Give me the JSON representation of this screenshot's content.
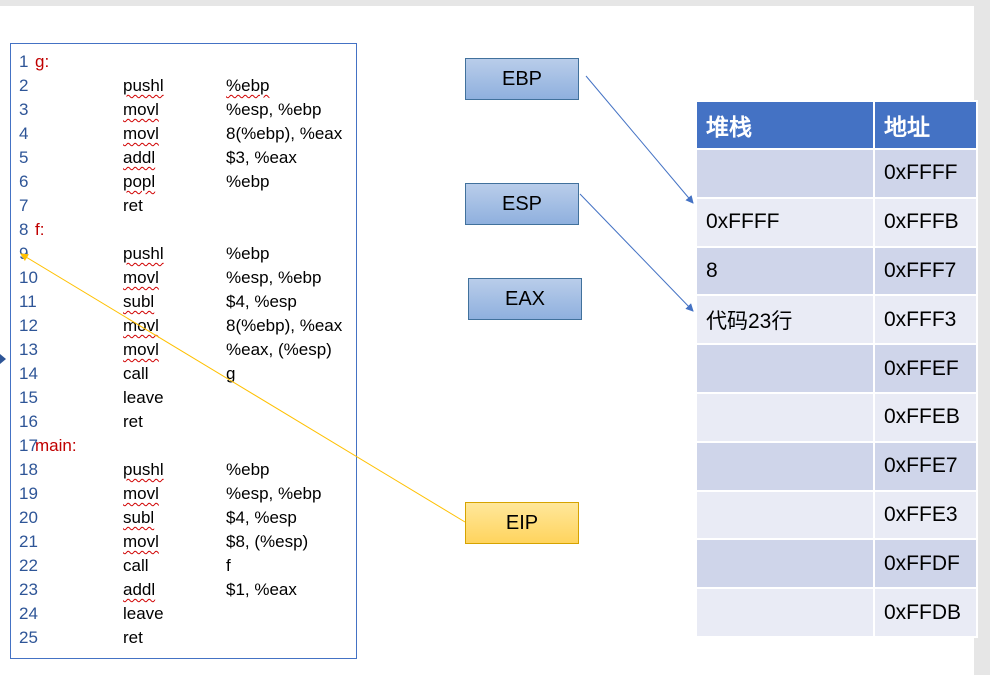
{
  "code_lines": [
    {
      "num": "1",
      "label": "g:",
      "ins": "",
      "ops": ""
    },
    {
      "num": "2",
      "label": "",
      "ins": "pushl",
      "ops": "%ebp"
    },
    {
      "num": "3",
      "label": "",
      "ins": "movl",
      "ops": "%esp, %ebp"
    },
    {
      "num": "4",
      "label": "",
      "ins": "movl",
      "ops": "8(%ebp), %eax"
    },
    {
      "num": "5",
      "label": "",
      "ins": "addl",
      "ops": "$3, %eax"
    },
    {
      "num": "6",
      "label": "",
      "ins": "popl",
      "ops": "%ebp"
    },
    {
      "num": "7",
      "label": "",
      "ins": "ret",
      "ops": ""
    },
    {
      "num": "8",
      "label": "f:",
      "ins": "",
      "ops": ""
    },
    {
      "num": "9",
      "label": "",
      "ins": "pushl",
      "ops": "%ebp"
    },
    {
      "num": "10",
      "label": "",
      "ins": "movl",
      "ops": "%esp, %ebp"
    },
    {
      "num": "11",
      "label": "",
      "ins": "subl",
      "ops": "$4, %esp"
    },
    {
      "num": "12",
      "label": "",
      "ins": "movl",
      "ops": "8(%ebp), %eax"
    },
    {
      "num": "13",
      "label": "",
      "ins": "movl",
      "ops": "%eax, (%esp)"
    },
    {
      "num": "14",
      "label": "",
      "ins": "call",
      "ops": "g"
    },
    {
      "num": "15",
      "label": "",
      "ins": "leave",
      "ops": ""
    },
    {
      "num": "16",
      "label": "",
      "ins": "ret",
      "ops": ""
    },
    {
      "num": "17",
      "label": "main:",
      "ins": "",
      "ops": ""
    },
    {
      "num": "18",
      "label": "",
      "ins": "pushl",
      "ops": "%ebp"
    },
    {
      "num": "19",
      "label": "",
      "ins": "movl",
      "ops": "%esp, %ebp"
    },
    {
      "num": "20",
      "label": "",
      "ins": "subl",
      "ops": "$4, %esp"
    },
    {
      "num": "21",
      "label": "",
      "ins": "movl",
      "ops": "$8, (%esp)"
    },
    {
      "num": "22",
      "label": "",
      "ins": "call",
      "ops": "f"
    },
    {
      "num": "23",
      "label": "",
      "ins": "addl",
      "ops": "$1, %eax"
    },
    {
      "num": "24",
      "label": "",
      "ins": "leave",
      "ops": ""
    },
    {
      "num": "25",
      "label": "",
      "ins": "ret",
      "ops": ""
    }
  ],
  "registers": {
    "ebp": "EBP",
    "esp": "ESP",
    "eax": "EAX",
    "eip": "EIP"
  },
  "stack_table": {
    "headers": [
      "堆栈",
      "地址"
    ],
    "rows": [
      {
        "value": "",
        "address": "0xFFFF"
      },
      {
        "value": "0xFFFF",
        "address": "0xFFFB"
      },
      {
        "value": "8",
        "address": "0xFFF7"
      },
      {
        "value": "代码23行",
        "address": "0xFFF3"
      },
      {
        "value": "",
        "address": "0xFFEF"
      },
      {
        "value": "",
        "address": "0xFFEB"
      },
      {
        "value": "",
        "address": "0xFFE7"
      },
      {
        "value": "",
        "address": "0xFFE3"
      },
      {
        "value": "",
        "address": "0xFFDF"
      },
      {
        "value": "",
        "address": "0xFFDB"
      }
    ]
  },
  "colors": {
    "register_blue": "#9dbce6",
    "register_eip": "#ffd966",
    "arrow_blue": "#4472c4",
    "arrow_yellow": "#ffc000",
    "table_header": "#4472c4",
    "label_red": "#c00000",
    "line_number_blue": "#2e5597"
  }
}
